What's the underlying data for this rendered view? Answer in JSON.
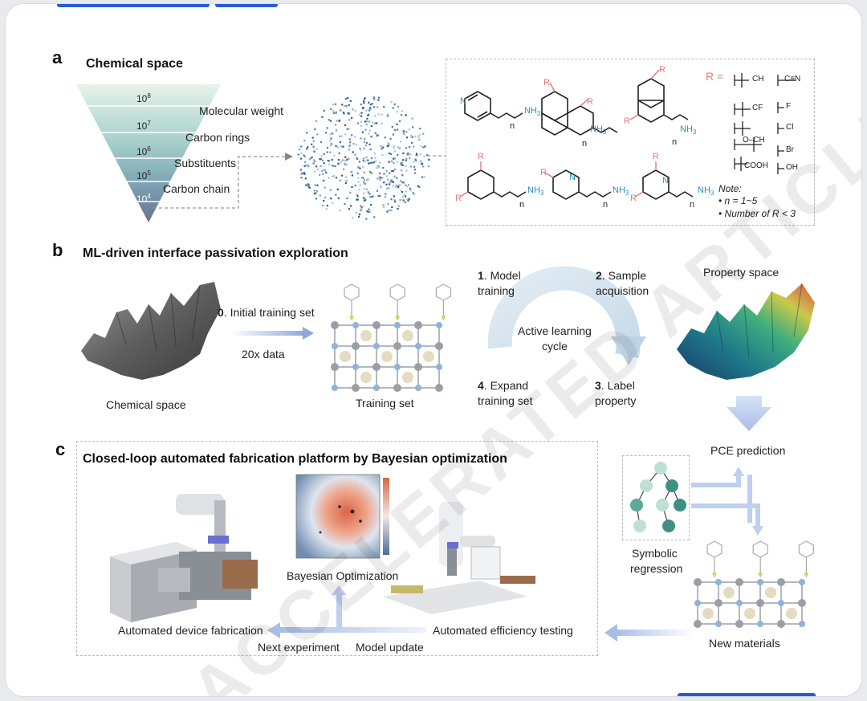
{
  "panels": {
    "a": {
      "letter": "a",
      "title": "Chemical space",
      "funnel_levels": [
        {
          "value": "10",
          "exp": "8",
          "label": "Molecular weight"
        },
        {
          "value": "10",
          "exp": "7",
          "label": "Carbon rings"
        },
        {
          "value": "10",
          "exp": "6",
          "label": "Substituents"
        },
        {
          "value": "10",
          "exp": "5",
          "label": "Carbon chain"
        },
        {
          "value": "10",
          "exp": "4",
          "label": ""
        }
      ],
      "r_group_prefix": "R =",
      "amine_label": "NH",
      "amine_sub": "3",
      "n_label": "n",
      "r_label": "R",
      "n_atom": "N",
      "r_groups": [
        "CH",
        "C≡N",
        "CF",
        "F",
        "Cl",
        "O–CH",
        "Br",
        "OH",
        "COOH"
      ],
      "note_title": "Note:",
      "note_lines": [
        "• n = 1~5",
        "• Number of R < 3"
      ]
    },
    "b": {
      "letter": "b",
      "title": "ML-driven interface passivation exploration",
      "chemical_space_label": "Chemical space",
      "initial_set_num": "0",
      "initial_set_text": ". Initial training set",
      "data_multiplier": "20x data",
      "training_set_label": "Training set",
      "cycle_center": [
        "Active learning",
        "cycle"
      ],
      "cycle_steps": [
        {
          "num": "1",
          "lines": [
            ". Model",
            "training"
          ]
        },
        {
          "num": "2",
          "lines": [
            ". Sample",
            "acquisition"
          ]
        },
        {
          "num": "3",
          "lines": [
            ". Label",
            "property"
          ]
        },
        {
          "num": "4",
          "lines": [
            ". Expand",
            "training set"
          ]
        }
      ],
      "property_space_label": "Property space",
      "pce_prediction_label": "PCE prediction",
      "symbolic_regression_label": [
        "Symbolic",
        "regression"
      ],
      "new_materials_label": "New materials"
    },
    "c": {
      "letter": "c",
      "title": "Closed-loop automated fabrication platform by Bayesian optimization",
      "bayesian_label": "Bayesian Optimization",
      "device_fabrication_label": "Automated device fabrication",
      "efficiency_testing_label": "Automated efficiency testing",
      "next_experiment_label": "Next experiment",
      "model_update_label": "Model update"
    }
  },
  "watermark": "ACCELERATED ARTICLE PREVIEW",
  "colors": {
    "accent": "#2b5bd7",
    "arrow": "#b8c8ea",
    "funnel_top": "#e4f1e8",
    "funnel_bottom": "#6e7b9a",
    "teal_node": "#3f8f83",
    "pink_r": "#e07b7b",
    "blue_atom": "#2a8fb6"
  }
}
